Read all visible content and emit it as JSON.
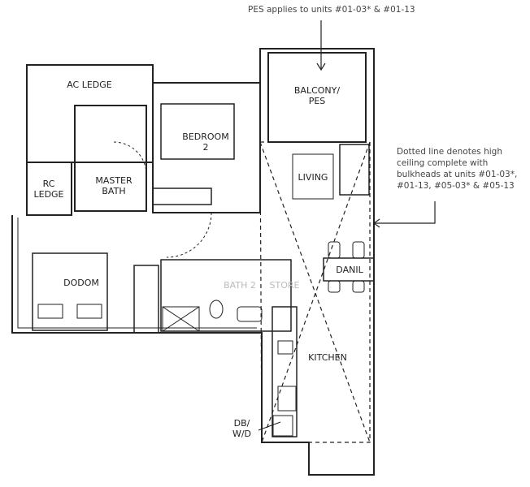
{
  "notes": {
    "pes": "PES applies to units #01-03* & #01-13",
    "dotted": [
      "Dotted line denotes high",
      "ceiling complete with",
      "bulkheads at units #01-03*,",
      "#01-13, #05-03* & #05-13"
    ]
  },
  "rooms": {
    "ac_ledge": "AC LEDGE",
    "balcony": "BALCONY/\nPES",
    "bedroom2": "BEDROOM\n2",
    "master_bath": "MASTER\nBATH",
    "rc_ledge": "RC\nLEDGE",
    "living": "LIVING",
    "master_bedroom": "DODOM",
    "bath2": "BATH 2",
    "store": "STORE",
    "dining": "DANIL",
    "kitchen": "KITCHEN",
    "db_wd": "DB/\nW/D"
  },
  "colors": {
    "line": "#222222",
    "note": "#444444"
  }
}
